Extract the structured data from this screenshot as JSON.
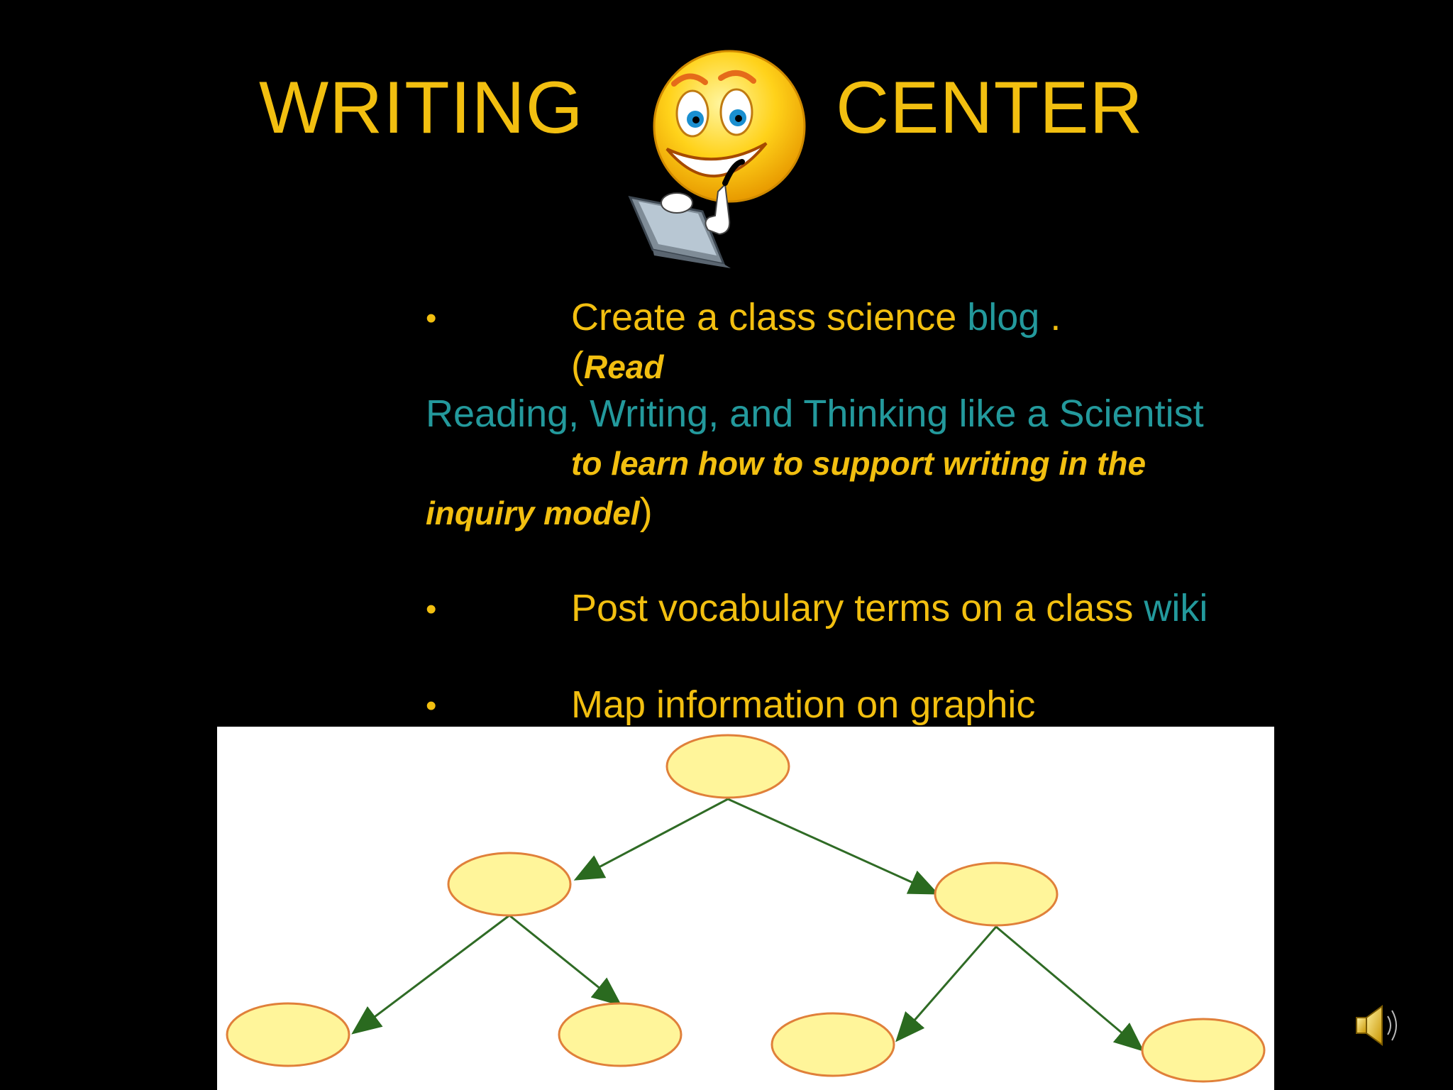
{
  "colors": {
    "background": "#000000",
    "text": "#f2bf10",
    "link": "#23999c"
  },
  "title": {
    "left": "WRITING",
    "right": "CENTER"
  },
  "icons": {
    "mascot": "smiley-laptop-icon",
    "audio": "speaker-icon"
  },
  "bullets": [
    {
      "lead": "Create a class science ",
      "link": "blog",
      "tail": " .",
      "paren_open": "(",
      "read_label": "Read",
      "ref_link": "Reading, Writing, and Thinking like a Scientist",
      "ref_desc_1": "to learn how to support writing in the",
      "ref_desc_2": "inquiry model",
      "paren_close": ")"
    },
    {
      "lead": "Post vocabulary terms on a class ",
      "link": "wiki"
    },
    {
      "lead": "Map information on graphic"
    }
  ],
  "bullet_symbol": "•"
}
